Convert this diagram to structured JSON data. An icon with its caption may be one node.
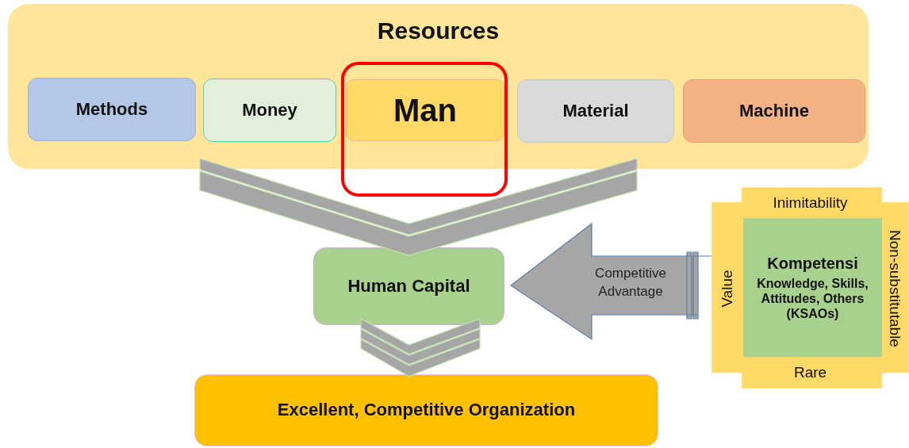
{
  "diagram": {
    "nodes": [
      {
        "text": [
          "Resources"
        ]
      },
      {
        "text": [
          "Methods"
        ],
        "in": 0
      },
      {
        "text": [
          "Money"
        ],
        "in": 0
      },
      {
        "text": [],
        "shape": "box"
      },
      {
        "text": [
          "Man"
        ]
      },
      {
        "text": [
          "Material"
        ],
        "in": 0
      },
      {
        "text": [
          "Machine"
        ],
        "in": 0
      },
      {
        "text": [
          "Human Capital"
        ]
      },
      {
        "text": [
          "Excellent, Competitive Organization"
        ]
      },
      {
        "text": [
          "Inimitability",
          "Value",
          "Non-substitutable",
          "Rare"
        ]
      },
      {
        "text": [
          "Kompetensi",
          "Knowledge, Skills, Attitudes, Others (KSAOs)"
        ],
        "in": 9
      }
    ],
    "edges": [
      {
        "from": 0,
        "to": 7,
        "arrow": "to",
        "style": "thick"
      },
      {
        "from": 7,
        "to": 8,
        "arrow": "to",
        "style": "thick"
      },
      {
        "from": 9,
        "to": 7,
        "arrow": "to",
        "label": "Competitive Advantage",
        "style": "thick"
      }
    ]
  }
}
